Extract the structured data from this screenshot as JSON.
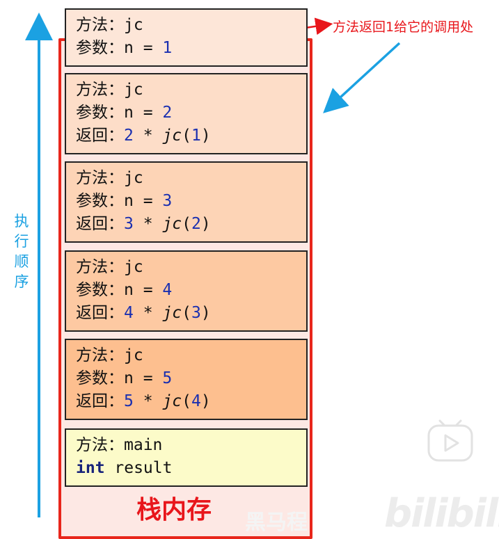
{
  "annotation": "方法返回1给它的调用处",
  "execution_order_label": [
    "执",
    "行",
    "顺",
    "序"
  ],
  "stack_title": "栈内存",
  "frames": [
    {
      "method_label": "方法：",
      "method": "jc",
      "param_label": "参数：",
      "param_name": "n",
      "eq": " = ",
      "param_value": "1"
    },
    {
      "method_label": "方法：",
      "method": "jc",
      "param_label": "参数：",
      "param_name": "n",
      "eq": " = ",
      "param_value": "2",
      "return_label": "返回：",
      "ret_num": "2",
      "ret_op": " * ",
      "ret_fn": "jc",
      "ret_arg": "1"
    },
    {
      "method_label": "方法：",
      "method": "jc",
      "param_label": "参数：",
      "param_name": "n",
      "eq": " = ",
      "param_value": "3",
      "return_label": "返回：",
      "ret_num": "3",
      "ret_op": " * ",
      "ret_fn": "jc",
      "ret_arg": "2"
    },
    {
      "method_label": "方法：",
      "method": "jc",
      "param_label": "参数：",
      "param_name": "n",
      "eq": " = ",
      "param_value": "4",
      "return_label": "返回：",
      "ret_num": "4",
      "ret_op": " * ",
      "ret_fn": "jc",
      "ret_arg": "3"
    },
    {
      "method_label": "方法：",
      "method": "jc",
      "param_label": "参数：",
      "param_name": "n",
      "eq": " = ",
      "param_value": "5",
      "return_label": "返回：",
      "ret_num": "5",
      "ret_op": " * ",
      "ret_fn": "jc",
      "ret_arg": "4"
    },
    {
      "method_label": "方法：",
      "method": "main",
      "local_type": "int",
      "local_name": " result"
    }
  ],
  "watermark_text": "黑马程",
  "logo_text": "bilibili",
  "colors": {
    "frame_colors": [
      "#fde6d8",
      "#fdddc8",
      "#fdd4b6",
      "#fdc9a2",
      "#fdbf8f",
      "#fcfbc9"
    ],
    "accent_red": "#e8161b",
    "accent_blue": "#1ba1e2",
    "number_blue": "#1a2fb0"
  },
  "icons": [
    "play-icon"
  ]
}
